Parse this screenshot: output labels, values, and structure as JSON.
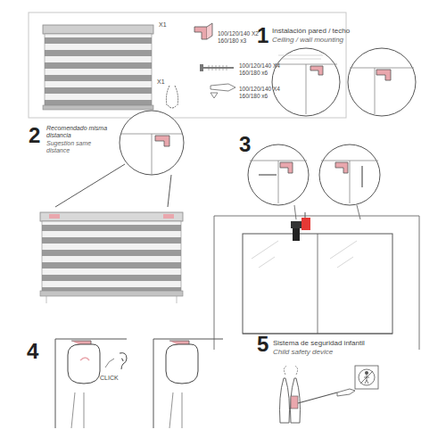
{
  "diagram": {
    "labels": [
      "X1",
      "X1",
      "100/120/140 X2",
      "160/180 x3",
      "100/120/140 X4",
      "160/180 x6",
      "100/120/140 X4",
      "160/180 x6",
      "1",
      "Instalación pared / techo",
      "Ceiling / wall mounting",
      "2",
      "Recomendado misma distancia",
      "Sugestion same distance",
      "3",
      "4",
      "CLICK",
      "5",
      "Sistema de seguridad infantil",
      "Child safety device"
    ]
  }
}
